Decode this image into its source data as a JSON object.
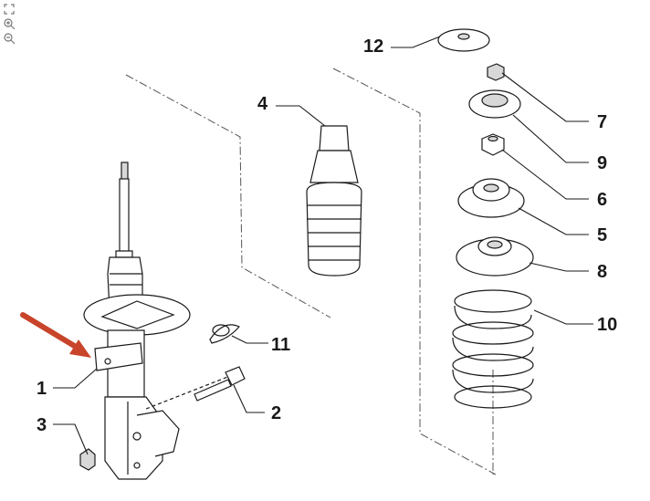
{
  "toolbar": {
    "fit_icon": "fit-page-icon",
    "zoom_in_icon": "zoom-in-icon",
    "zoom_out_icon": "zoom-out-icon"
  },
  "diagram": {
    "highlight_color": "#c8442a",
    "callouts": {
      "c1": "1",
      "c2": "2",
      "c3": "3",
      "c4": "4",
      "c5": "5",
      "c6": "6",
      "c7": "7",
      "c8": "8",
      "c9": "9",
      "c10": "10",
      "c11": "11",
      "c12": "12"
    }
  }
}
